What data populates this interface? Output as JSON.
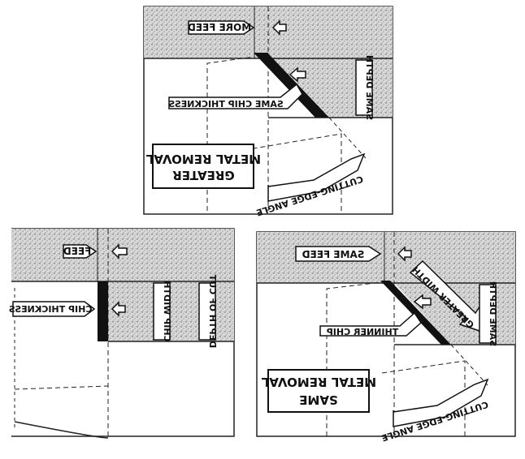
{
  "top": {
    "more_feed": "MORE FEED",
    "same_chip_thickness": "SAME CHIP THICKNESS",
    "same_depth": "SAME DEPTH",
    "greater": "GREATER",
    "metal_removal": "METAL REMOVAL",
    "cutting_edge_angle": "CUTTING-EDGE ANGLE"
  },
  "left": {
    "feed": "FEED",
    "chip_thickness": "CHIP THICKNESS",
    "chip_width": "CHIP WIDTH",
    "depth_of_cut": "DEPTH OF CUT"
  },
  "right": {
    "same_feed": "SAME FEED",
    "greater_width": "GREATER WIDTH",
    "same_depth": "SAME DEPTH",
    "thinner_chip": "THINNER CHIP",
    "metal_removal": "METAL REMOVAL",
    "same": "SAME",
    "cutting_edge_angle": "CUTTING-EDGE ANGLE"
  }
}
